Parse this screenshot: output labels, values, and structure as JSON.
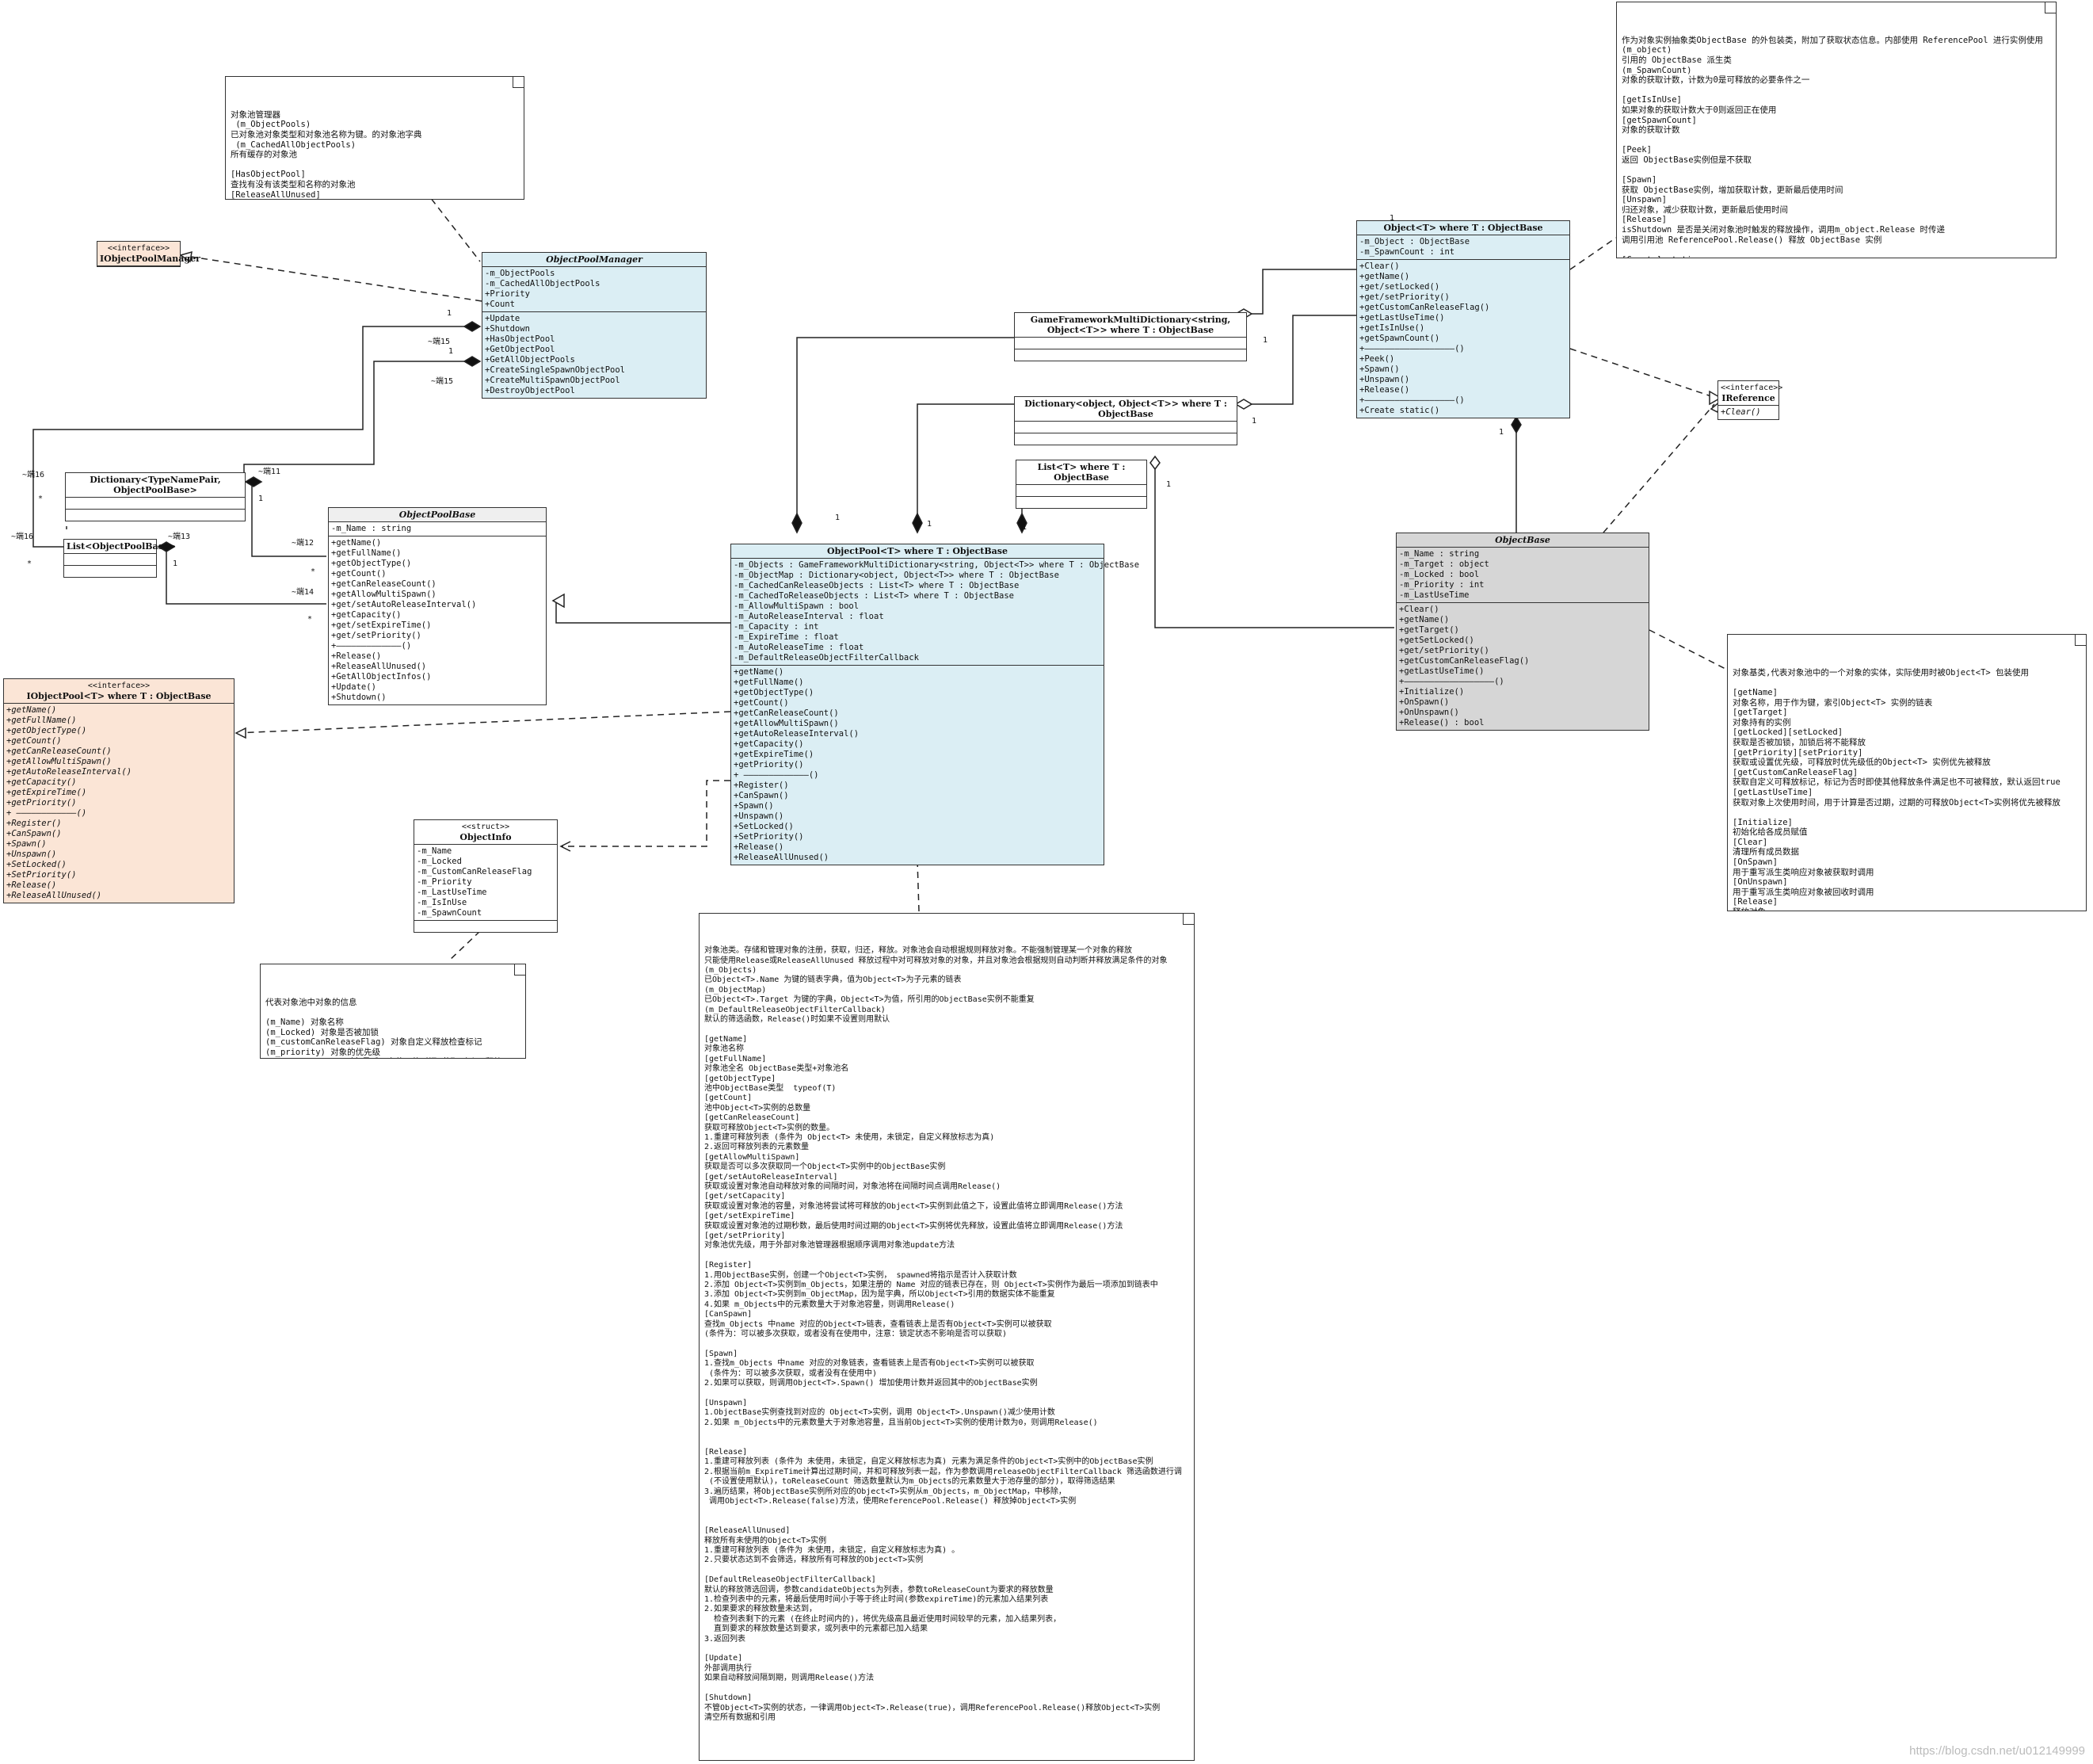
{
  "classes": {
    "objectPoolManager": {
      "name": "ObjectPoolManager",
      "fields": [
        "-m_ObjectPools",
        "-m_CachedAllObjectPools",
        "+Priority",
        "+Count"
      ],
      "methods": [
        "+Update",
        "+Shutdown",
        "+HasObjectPool",
        "+GetObjectPool",
        "+GetAllObjectPools",
        "+CreateSingleSpawnObjectPool",
        "+CreateMultiSpawnObjectPool",
        "+DestroyObjectPool"
      ]
    },
    "iObjectPoolManager": {
      "stereotype": "<<interface>>",
      "name": "IObjectPoolManager"
    },
    "dictTypeNamePair": {
      "name": "Dictionary<TypeNamePair, ObjectPoolBase>"
    },
    "listObjectPoolBase": {
      "name": "List<ObjectPoolBase>"
    },
    "objectPoolBase": {
      "name": "ObjectPoolBase",
      "fields": [
        "-m_Name : string"
      ],
      "methods": [
        "+getName()",
        "+getFullName()",
        "+getObjectType()",
        "+getCount()",
        "+getCanReleaseCount()",
        "+getAllowMultiSpawn()",
        "+get/setAutoReleaseInterval()",
        "+getCapacity()",
        "+get/setExpireTime()",
        "+get/setPriority()",
        "+—————————————()",
        "+Release()",
        "+ReleaseAllUnused()",
        "+GetAllObjectInfos()",
        "+Update()",
        "+Shutdown()"
      ]
    },
    "iObjectPool": {
      "stereotype": "<<interface>>",
      "name": "IObjectPool<T> where T : ObjectBase",
      "methods": [
        "+getName()",
        "+getFullName()",
        "+getObjectType()",
        "+getCount()",
        "+getCanReleaseCount()",
        "+getAllowMultiSpawn()",
        "+getAutoReleaseInterval()",
        "+getCapacity()",
        "+getExpireTime()",
        "+getPriority()",
        "+ ————————————() ",
        "+Register()",
        "+CanSpawn()",
        "+Spawn()",
        "+Unspawn()",
        "+SetLocked()",
        "+SetPriority()",
        "+Release()",
        "+ReleaseAllUnused()"
      ]
    },
    "objectInfo": {
      "stereotype": "<<struct>>",
      "name": "ObjectInfo",
      "fields": [
        "-m_Name",
        "-m_Locked",
        "-m_CustomCanReleaseFlag",
        "-m_Priority",
        "-m_LastUseTime",
        "-m_IsInUse",
        "-m_SpawnCount"
      ]
    },
    "objectPool": {
      "name": "ObjectPool<T> where T : ObjectBase",
      "fields": [
        "-m_Objects : GameFrameworkMultiDictionary<string, Object<T>> where T : ObjectBase",
        "-m_ObjectMap : Dictionary<object, Object<T>> where T : ObjectBase",
        "-m_CachedCanReleaseObjects : List<T> where T : ObjectBase",
        "-m_CachedToReleaseObjects : List<T> where T : ObjectBase",
        "-m_AllowMultiSpawn : bool",
        "-m_AutoReleaseInterval : float",
        "-m_Capacity : int",
        "-m_ExpireTime : float",
        "-m_AutoReleaseTime : float",
        "-m_DefaultReleaseObjectFilterCallback"
      ],
      "methods": [
        "+getName()",
        "+getFullName()",
        "+getObjectType()",
        "+getCount()",
        "+getCanReleaseCount()",
        "+getAllowMultiSpawn()",
        "+getAutoReleaseInterval()",
        "+getCapacity()",
        "+getExpireTime()",
        "+getPriority()",
        "+ —————————————()",
        "+Register()",
        "+CanSpawn()",
        "+Spawn()",
        "+Unspawn()",
        "+SetLocked()",
        "+SetPriority()",
        "+Release()",
        "+ReleaseAllUnused()"
      ]
    },
    "gfMultiDict": {
      "name": "GameFrameworkMultiDictionary<string, Object<T>> where T : ObjectBase"
    },
    "dictObject": {
      "name": "Dictionary<object, Object<T>> where T : ObjectBase"
    },
    "listT": {
      "name": "List<T> where T : ObjectBase"
    },
    "objectT": {
      "name": "Object<T> where T : ObjectBase",
      "fields": [
        "-m_Object : ObjectBase",
        "-m_SpawnCount : int"
      ],
      "methods": [
        "+Clear()",
        "+getName()",
        "+get/setLocked()",
        "+get/setPriority()",
        "+getCustomCanReleaseFlag()",
        "+getLastUseTime()",
        "+getIsInUse()",
        "+getSpawnCount()",
        "+——————————————————()",
        "+Peek()",
        "+Spawn()",
        "+Unspawn()",
        "+Release()",
        "+——————————————————()",
        "+Create static()"
      ]
    },
    "iReference": {
      "stereotype": "<<interface>>",
      "name": "IReference",
      "methods": [
        "+Clear()"
      ]
    },
    "objectBase": {
      "name": "ObjectBase",
      "fields": [
        "-m_Name : string",
        "-m_Target : object",
        "-m_Locked : bool",
        "-m_Priority : int",
        "-m_LastUseTime"
      ],
      "methods": [
        "+Clear()",
        "+getName()",
        "+getTarget()",
        "+getSetLocked()",
        "+get/setPriority()",
        "+getCustomCanReleaseFlag()",
        "+getLastUseTime()",
        "+——————————————————()",
        "+Initialize()",
        "+OnSpawn()",
        "+OnUnspawn()",
        "+Release() : bool"
      ]
    }
  },
  "labels": {
    "l1": "1",
    "l2": "1",
    "l3": "1",
    "l4": "1",
    "l5": "1",
    "l6": "1",
    "l7": "1",
    "l8": "1",
    "l9": "1",
    "l10": "1",
    "l11": "1",
    "l12": "1",
    "end15a": "~端15",
    "end15b": "~端15",
    "end16a": "~端16",
    "end16b": "~端16",
    "end11": "~端11",
    "end12": "~端12",
    "end13": "~端13",
    "end14": "~端14",
    "starA": "*",
    "starB": "*",
    "starC": "*",
    "starD": "*"
  },
  "notes": {
    "managerNote": "对象池管理器\n (m_ObjectPools)\n已对象池对象类型和对象池名称为键。的对象池字典\n (m_CachedAllObjectPools)\n所有缓存的对象池\n\n[HasObjectPool]\n查找有没有该类型和名称的对象池\n[ReleaseAllUnused]\n释放所有对象池中未使用的Object<T>实例\n只要Object<T>实例的状态达到可释放状态，无论筛选机制如何一律释放",
    "objectNote": "作为对象实例抽象类ObjectBase 的外包装类，附加了获取状态信息。内部使用 ReferencePool 进行实例使用\n(m_object)\n引用的 ObjectBase 派生类\n(m_SpawnCount)\n对象的获取计数，计数为0是可释放的必要条件之一\n\n[getIsInUse]\n如果对象的获取计数大于0则返回正在使用\n[getSpawnCount]\n对象的获取计数\n\n[Peek]\n返回 ObjectBase实例但是不获取\n\n[Spawn]\n获取 ObjectBase实例，增加获取计数，更新最后使用时间\n[Unspawn]\n归还对象，减少获取计数，更新最后使用时间\n[Release]\nisShutdown 是否是关闭对象池时触发的释放操作，调用m_object.Release 时传递\n调用引用池 ReferencePool.Release() 释放 ObjectBase 实例\n\n[Create] static\n使用引用池ReferencePool.Acquire() 获取本类的实例，并返回",
    "objectBaseNote": "对象基类,代表对象池中的一个对象的实体，实际使用时被Object<T> 包装使用\n\n[getName]\n对象名称，用于作为键，索引Object<T> 实例的链表\n[getTarget]\n对象持有的实例\n[getLocked][setLocked]\n获取是否被加锁，加锁后将不能释放\n[getPriority][setPriority]\n获取或设置优先级，可释放时优先级低的Object<T> 实例优先被释放\n[getCustomCanReleaseFlag]\n获取自定义可释放标记，标记为否时即使其他释放条件满足也不可被释放，默认返回true\n[getLastUseTime]\n获取对象上次使用时间，用于计算是否过期，过期的可释放Object<T>实例将优先被释放\n\n[Initialize]\n初始化给各成员赋值\n[Clear]\n清理所有成员数据\n[OnSpawn]\n用于重写派生类响应对象被获取时调用\n[OnUnspawn]\n用于重写派生类响应对象被回收时调用\n[Release]\n释放对象\nisShutdown 表示是否是对象池关闭引发的释放",
    "objectInfoNote": "代表对象池中对象的信息\n\n(m_Name) 对象名称\n(m_Locked) 对象是否被加锁\n(m_customCanReleaseFlag) 对象自定义释放检查标记\n(m_priority) 对象的优先级\n(m_lastUseTime) 对象最后一次使用的时间(获取,归还,释放)\n(m_spawnCount) 对象的获取计数",
    "poolNote": "对象池类。存储和管理对象的注册，获取，归还，释放。对象池会自动根据规则释放对象。不能强制管理某一个对象的释放\n只能使用Release或ReleaseAllUnused 释放过程中对可释放对象的对象，并且对象池会根据规则自动判断并释放满足条件的对象\n(m_Objects)\n已Object<T>.Name 为键的链表字典，值为Object<T>为子元素的链表\n(m_ObjectMap)\n已Object<T>.Target 为键的字典，Object<T>为值，所引用的ObjectBase实例不能重复\n(m_DefaultReleaseObjectFilterCallback)\n默认的筛选函数，Release()时如果不设置则用默认\n\n[getName]\n对象池名称\n[getFullName]\n对象池全名 ObjectBase类型+对象池名\n[getObjectType]\n池中ObjectBase类型  typeof(T)\n[getCount]\n池中Object<T>实例的总数量\n[getCanReleaseCount]\n获取可释放Object<T>实例的数量。\n1.重建可释放列表 (条件为 Object<T> 未使用，未锁定，自定义释放标志为真)\n2.返回可释放列表的元素数量\n[getAllowMultiSpawn]\n获取是否可以多次获取同一个Object<T>实例中的ObjectBase实例\n[get/setAutoReleaseInterval]\n获取或设置对象池自动释放对象的间隔时间，对象池将在间隔时间点调用Release()\n[get/setCapacity]\n获取或设置对象池的容量，对象池将尝试将可释放的Object<T>实例到此值之下，设置此值将立即调用Release()方法\n[get/setExpireTime]\n获取或设置对象池的过期秒数，最后使用时间过期的Object<T>实例将优先释放，设置此值将立即调用Release()方法\n[get/setPriority]\n对象池优先级，用于外部对象池管理器根据顺序调用对象池update方法\n\n[Register]\n1.用ObjectBase实例，创建一个Object<T>实例， spawned将指示是否计入获取计数\n2.添加 Object<T>实例到m_Objects，如果注册的 Name 对应的链表已存在，则 Object<T>实例作为最后一项添加到链表中\n3.添加 Object<T>实例到m_ObjectMap，因为是字典，所以Object<T>引用的数据实体不能重复\n4.如果 m_Objects中的元素数量大于对象池容量，则调用Release()\n[CanSpawn]\n查找m_Objects 中name 对应的Object<T>链表，查看链表上是否有Object<T>实例可以被获取\n(条件为：可以被多次获取，或者没有在使用中，注意：锁定状态不影响是否可以获取)\n\n[Spawn]\n1.查找m_Objects 中name 对应的对象链表，查看链表上是否有Object<T>实例可以被获取\n (条件为：可以被多次获取，或者没有在使用中)\n2.如果可以获取，则调用Object<T>.Spawn() 增加使用计数并返回其中的ObjectBase实例\n\n[Unspawn]\n1.ObjectBase实例查找到对应的 Object<T>实例，调用 Object<T>.Unspawn()减少使用计数\n2.如果 m_Objects中的元素数量大于对象池容量，且当前Object<T>实例的使用计数为0，则调用Release()\n\n\n[Release]\n1.重建可释放列表 (条件为 未使用，未锁定，自定义释放标志为真) 元素为满足条件的Object<T>实例中的ObjectBase实例\n2.根据当前m_ExpireTime计算出过期时间，并和可释放列表一起，作为参数调用releaseObjectFilterCallback 筛选函数进行调\n (不设置使用默认)，toReleaseCount 筛选数量默认为m_Objects的元素数量大于池存量的部分)，取得筛选结果\n3.遍历结果，将ObjectBase实例所对应的Object<T>实例从m_Objects，m_ObjectMap，中移除，\n 调用Object<T>.Release(false)方法，使用ReferencePool.Release() 释放掉Object<T>实例\n\n\n[ReleaseAllUnused]\n释放所有未使用的Object<T>实例\n1.重建可释放列表 (条件为 未使用，未锁定，自定义释放标志为真) 。\n2.只要状态达到不会筛选，释放所有可释放的Object<T>实例\n\n[DefaultReleaseObjectFilterCallback]\n默认的释放筛选回调，参数candidateObjects为列表，参数toReleaseCount为要求的释放数量\n1.检查列表中的元素，将最后使用时间小于等于终止时间(参数expireTime)的元素加入结果列表\n2.如果要求的释放数量未达到，\n  检查列表剩下的元素 (在终止时间内的)，将优先级高且最近使用时间较早的元素，加入结果列表，\n  直到要求的释放数量达到要求，或列表中的元素都已加入结果\n3.返回列表\n\n[Update]\n外部调用执行\n如果自动释放间隔到期，则调用Release()方法\n\n[Shutdown]\n不管Object<T>实例的状态，一律调用Object<T>.Release(true)，调用ReferencePool.Release()释放Object<T>实例\n清空所有数据和引用"
  },
  "watermark": "https://blog.csdn.net/u012149999"
}
